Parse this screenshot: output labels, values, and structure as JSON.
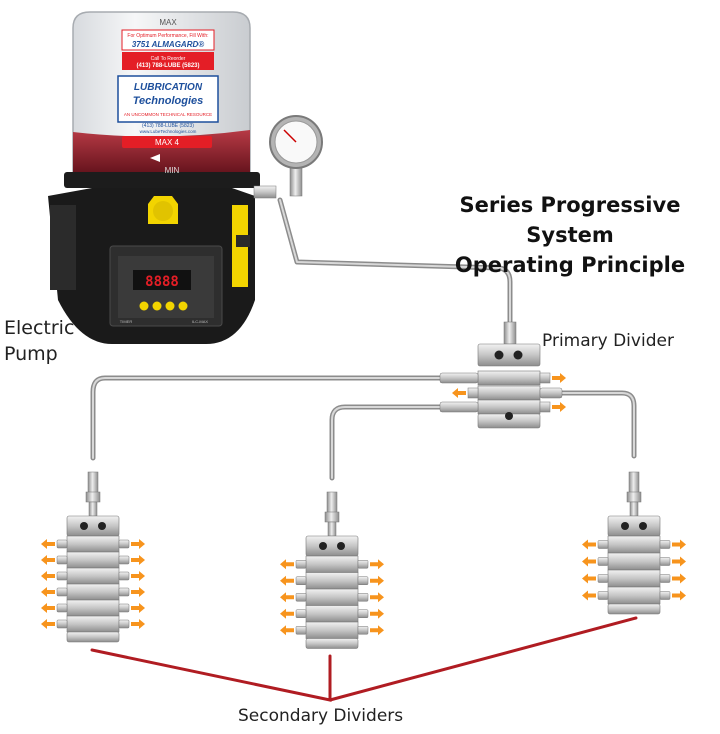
{
  "title": {
    "line1": "Series Progressive System",
    "line2": "Operating Principle"
  },
  "labels": {
    "pump_line1": "Electric",
    "pump_line2": "Pump",
    "primary": "Primary Divider",
    "secondary": "Secondary Dividers"
  },
  "pump": {
    "max_top": "MAX",
    "fill_with": "For Optimum Performance, Fill With:",
    "product": "3751 ALMAGARD®",
    "reorder": "Call To Reorder",
    "phone": "(413) 788-LUBE (5823)",
    "brand1": "LUBRICATION",
    "brand2": "Technologies",
    "tagline": "AN UNCOMMON TECHNICAL RESOURCE",
    "phone2": "(413) 788-LUBE (5823)",
    "web": "www.LubeTechnologies.com",
    "max4": "MAX 4",
    "min": "MIN",
    "display": "8888",
    "panel_left": "TIMER",
    "panel_right": "ILC-MAX"
  },
  "colors": {
    "tube": "#9a9a9a",
    "metal": "#c9c9c9",
    "arrow": "#f7941d",
    "bracket": "#b01c22",
    "grease": "#8a1a24",
    "pump_yellow": "#f2d400",
    "pump_body": "#1a1a1a",
    "sticker": "#e41e26",
    "brand_blue": "#1d4f9c"
  }
}
